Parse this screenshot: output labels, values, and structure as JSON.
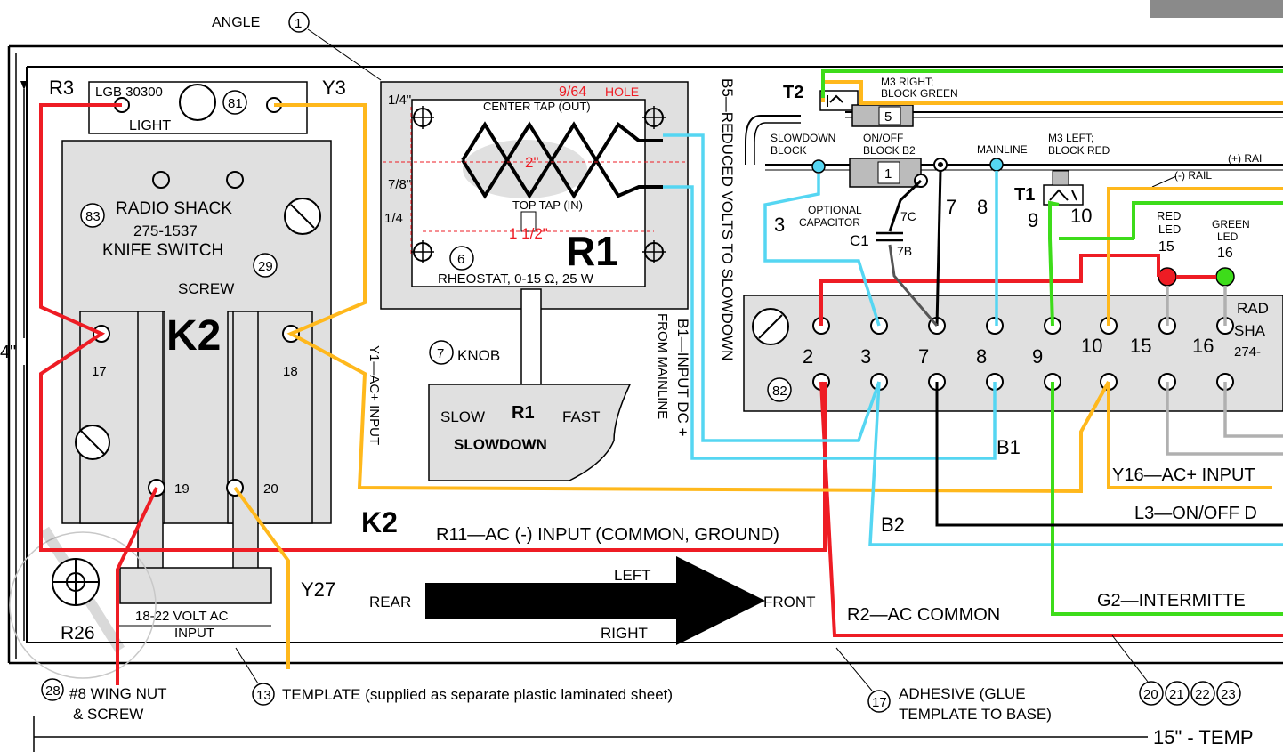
{
  "dims": {
    "angle": "ANGLE",
    "height": "4\"",
    "length": "15\" - TEMP"
  },
  "callouts": {
    "c1": "1",
    "c6": "6",
    "c7": "7",
    "c13": "13",
    "c17": "17",
    "c20": "20",
    "c21": "21",
    "c22": "22",
    "c23": "23",
    "c28": "28",
    "c29": "29",
    "c81": "81",
    "c82": "82",
    "c83": "83"
  },
  "light": {
    "model": "LGB 30300",
    "label": "LIGHT",
    "r3": "R3",
    "y3": "Y3"
  },
  "switch": {
    "line1": "RADIO SHACK",
    "line2": "275-1537",
    "line3": "KNIFE SWITCH",
    "screw": "SCREW",
    "k2": "K2",
    "k2_side": "K2",
    "t17": "17",
    "t18": "18",
    "t19": "19",
    "t20": "20",
    "y1_input": "Y1—AC+ INPUT"
  },
  "rheostat": {
    "d_quarter_top": "1/4\"",
    "d_seven_eighths": "7/8\"",
    "d_quarter_bottom": "1/4",
    "hole": "9/64",
    "hole_word": "HOLE",
    "center_tap": "CENTER TAP (OUT)",
    "two_inch": "2\"",
    "top_tap": "TOP TAP (IN)",
    "one_half": "1 1/2\"",
    "r1": "R1",
    "desc": "RHEOSTAT, 0-15 Ω, 25 W"
  },
  "knob": {
    "label": "KNOB",
    "slow": "SLOW",
    "r1": "R1",
    "fast": "FAST",
    "slowdown": "SLOWDOWN"
  },
  "wires": {
    "b5": "B5—REDUCED VOLTS TO SLOWDOWN",
    "b1_input": "B1—INPUT DC +",
    "from_mainline": "FROM MAINLINE",
    "b1": "B1",
    "b2": "B2",
    "y16": "Y16—AC+ INPUT",
    "l3": "L3—ON/OFF D",
    "r11": "R11—AC (-) INPUT (COMMON, GROUND)",
    "r2": "R2—AC COMMON",
    "g2": "G2—INTERMITTE",
    "y27": "Y27",
    "r26": "R26"
  },
  "track": {
    "t2": "T2",
    "m3_right_1": "M3 RIGHT;",
    "m3_right_2": "BLOCK GREEN",
    "block5": "5",
    "slowdown_1": "SLOWDOWN",
    "slowdown_2": "BLOCK",
    "onoff_1": "ON/OFF",
    "onoff_2": "BLOCK B2",
    "block1": "1",
    "mainline": "MAINLINE",
    "m3_left_1": "M3 LEFT;",
    "m3_left_2": "BLOCK RED",
    "pos_rail": "(+) RAI",
    "neg_rail": "(-) RAIL",
    "t1": "T1"
  },
  "capacitor": {
    "opt_1": "OPTIONAL",
    "opt_2": "CAPACITOR",
    "c1": "C1",
    "c7c": "7C",
    "c7b": "7B"
  },
  "terminals": {
    "w3": "3",
    "w7": "7",
    "w8": "8",
    "w9": "9",
    "w10": "10",
    "t2": "2",
    "t3": "3",
    "t7": "7",
    "t8": "8",
    "t9": "9",
    "t10": "10",
    "t15": "15",
    "t16": "16",
    "red_led_1": "RED",
    "red_led_2": "LED",
    "red_led_3": "15",
    "green_led_1": "GREEN",
    "green_led_2": "LED",
    "green_led_3": "16",
    "rad_1": "RAD",
    "rad_2": "SHA",
    "rad_3": "274-"
  },
  "arrow": {
    "rear": "REAR",
    "front": "FRONT",
    "left": "LEFT",
    "right": "RIGHT"
  },
  "notes": {
    "volt_1": "18-22 VOLT  AC",
    "volt_2": "INPUT",
    "wingnut_1": "#8 WING NUT",
    "wingnut_2": "& SCREW",
    "template": "TEMPLATE (supplied as separate plastic laminated sheet)",
    "adhesive_1": "ADHESIVE (GLUE",
    "adhesive_2": "TEMPLATE TO BASE)"
  },
  "colors": {
    "red": "#ee1c24",
    "yellow": "#ffb81c",
    "cyan": "#55d6f2",
    "green": "#3ddc1a",
    "gray_panel": "#e0e0e0",
    "black": "#000000"
  }
}
